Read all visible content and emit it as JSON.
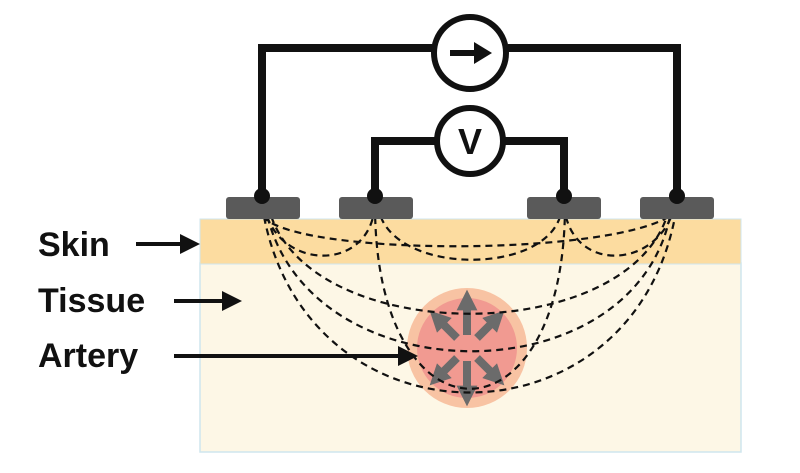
{
  "labels": {
    "skin": "Skin",
    "tissue": "Tissue",
    "artery": "Artery"
  },
  "meters": {
    "current_source_icon": "right-arrow-icon",
    "voltmeter_symbol": "V"
  },
  "colors": {
    "skin": "#fcdca0",
    "tissue": "#fdf7e6",
    "tissue_border": "#cfe6ee",
    "artery_halo": "#f8c3a3",
    "artery_core": "#f19a91",
    "artery_arrows": "#6b6b6b",
    "electrodes": "#5a5a5a",
    "wires": "#111111"
  }
}
